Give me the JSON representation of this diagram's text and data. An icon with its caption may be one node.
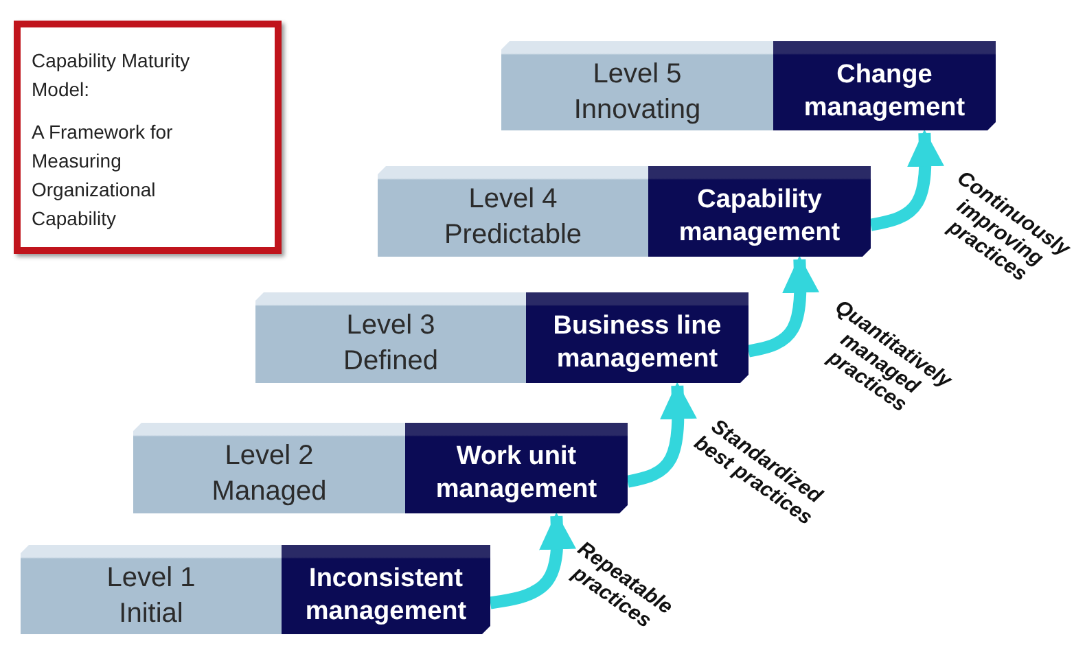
{
  "diagram": {
    "nodes": [
      {
        "text": [
          "Capability Maturity Model:",
          "A Framework for Measuring Organizational Capability"
        ]
      },
      {
        "text": [
          "Level 5",
          "Innovating"
        ]
      },
      {
        "text": [
          "Change management"
        ]
      },
      {
        "text": [
          "Level 4",
          "Predictable"
        ]
      },
      {
        "text": [
          "Capability management"
        ]
      },
      {
        "text": [
          "Level 3",
          "Defined"
        ]
      },
      {
        "text": [
          "Business line management"
        ]
      },
      {
        "text": [
          "Level 2",
          "Managed"
        ]
      },
      {
        "text": [
          "Work unit management"
        ]
      },
      {
        "text": [
          "Level 1",
          "Initial"
        ]
      },
      {
        "text": [
          "Inconsistent management"
        ]
      }
    ],
    "edges": [
      {
        "from": 10,
        "to": 8,
        "arrow": "to",
        "label": "Repeatable practices"
      },
      {
        "from": 8,
        "to": 6,
        "arrow": "to",
        "label": "Standardized best practices"
      },
      {
        "from": 6,
        "to": 4,
        "arrow": "to",
        "label": "Quantitatively managed practices"
      },
      {
        "from": 4,
        "to": 2,
        "arrow": "to",
        "label": "Continuously improving practices"
      }
    ]
  }
}
